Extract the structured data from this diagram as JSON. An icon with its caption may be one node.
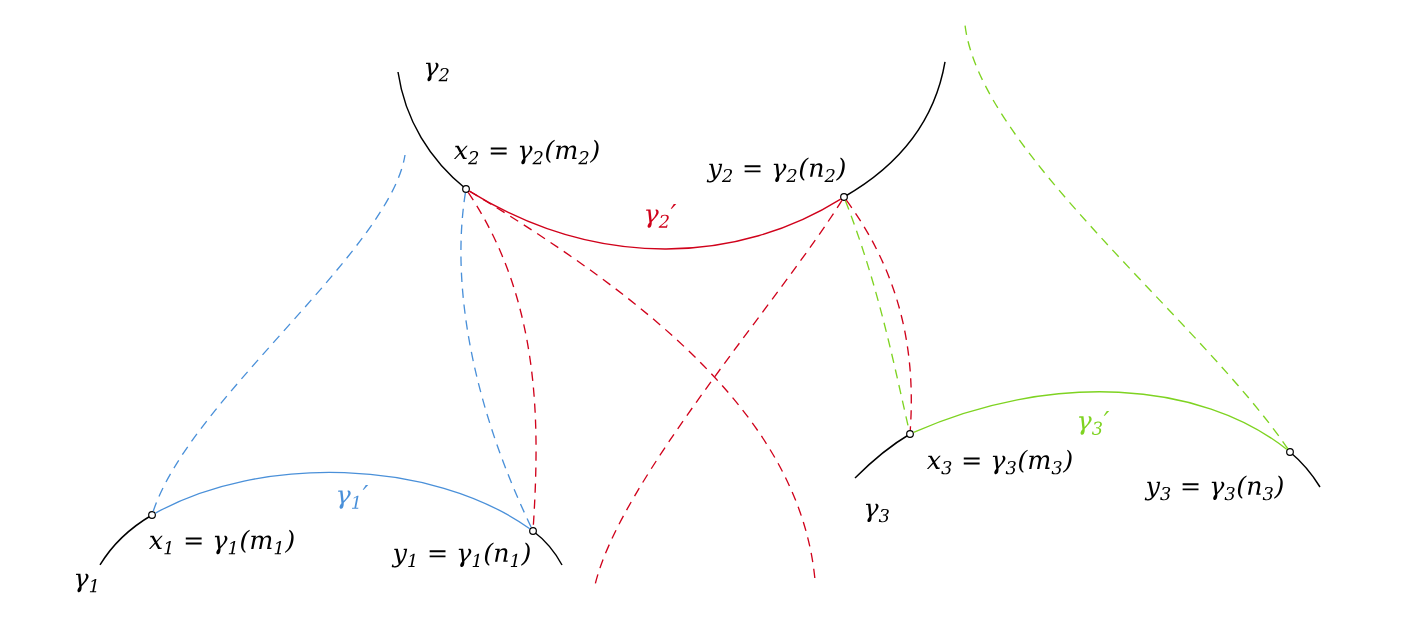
{
  "diagram": {
    "nodes": [
      {
        "text": [],
        "shape": "circle",
        "beside": [
          "x$_{1}$ = γ$_{1}$(m$_{1}$)"
        ]
      },
      {
        "text": [],
        "shape": "circle",
        "beside": [
          "y$_{1}$ = γ$_{1}$(n$_{1}$)"
        ]
      },
      {
        "text": [],
        "shape": "circle",
        "beside": [
          "x$_{2}$ = γ$_{2}$(m$_{2}$)"
        ]
      },
      {
        "text": [],
        "shape": "circle",
        "beside": [
          "y$_{2}$ = γ$_{2}$(n$_{2}$)"
        ]
      },
      {
        "text": [],
        "shape": "circle",
        "beside": [
          "x$_{3}$ = γ$_{3}$(m$_{3}$)"
        ]
      },
      {
        "text": [],
        "shape": "circle",
        "beside": [
          "y$_{3}$ = γ$_{3}$(n$_{3}$)"
        ]
      }
    ],
    "edges": [
      {
        "from": 0,
        "to": 1,
        "arrow": "none",
        "label": "γ$_{1}$′",
        "color": "#4a90d9"
      },
      {
        "from": 2,
        "to": 3,
        "arrow": "none",
        "label": "γ$_{2}$′",
        "color": "#d0021b"
      },
      {
        "from": 4,
        "to": 5,
        "arrow": "none",
        "label": "γ$_{3}$′",
        "color": "#7ed321"
      },
      {
        "from": 0,
        "to": null,
        "arrow": "none",
        "style": "dashed",
        "color": "#4a90d9"
      },
      {
        "from": 2,
        "to": 1,
        "arrow": "none",
        "style": "dashed",
        "color": "#4a90d9"
      },
      {
        "from": 2,
        "to": 1,
        "arrow": "none",
        "style": "dashed",
        "color": "#d0021b"
      },
      {
        "from": 2,
        "to": null,
        "arrow": "none",
        "style": "dashed",
        "color": "#d0021b"
      },
      {
        "from": 3,
        "to": null,
        "arrow": "none",
        "style": "dashed",
        "color": "#d0021b"
      },
      {
        "from": 3,
        "to": 4,
        "arrow": "none",
        "style": "dashed",
        "color": "#7ed321"
      },
      {
        "from": 3,
        "to": 4,
        "arrow": "none",
        "style": "dashed",
        "color": "#d0021b"
      },
      {
        "from": 5,
        "to": null,
        "arrow": "none",
        "style": "dashed",
        "color": "#7ed321"
      }
    ],
    "labels": [
      "γ$_{2}$",
      "γ$_{1}$",
      "γ$_{3}$"
    ]
  }
}
